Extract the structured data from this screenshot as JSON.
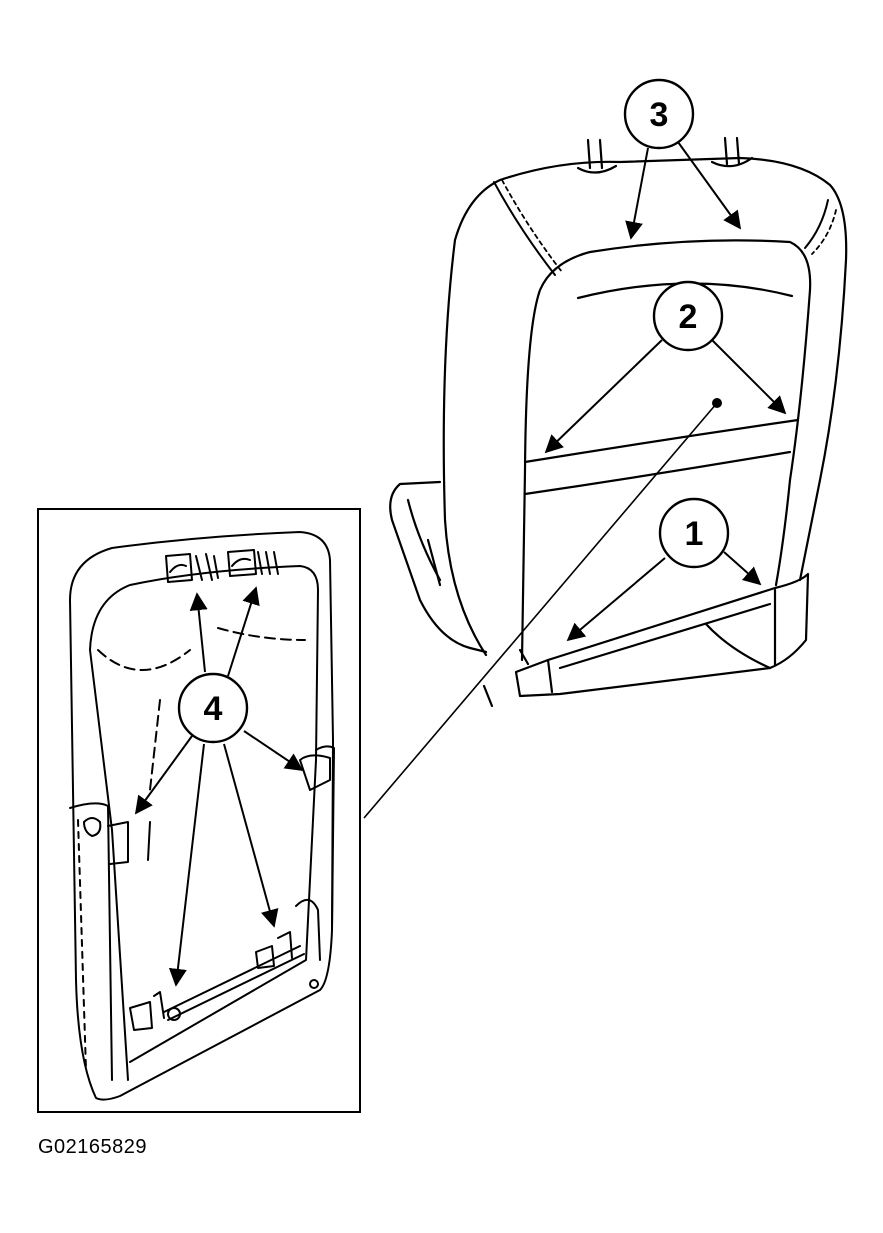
{
  "figure_id": "G02165829",
  "callouts": [
    {
      "id": "callout-1",
      "label": "1"
    },
    {
      "id": "callout-2",
      "label": "2"
    },
    {
      "id": "callout-3",
      "label": "3"
    },
    {
      "id": "callout-4",
      "label": "4"
    }
  ],
  "colors": {
    "ink": "#000000",
    "paper": "#ffffff"
  }
}
